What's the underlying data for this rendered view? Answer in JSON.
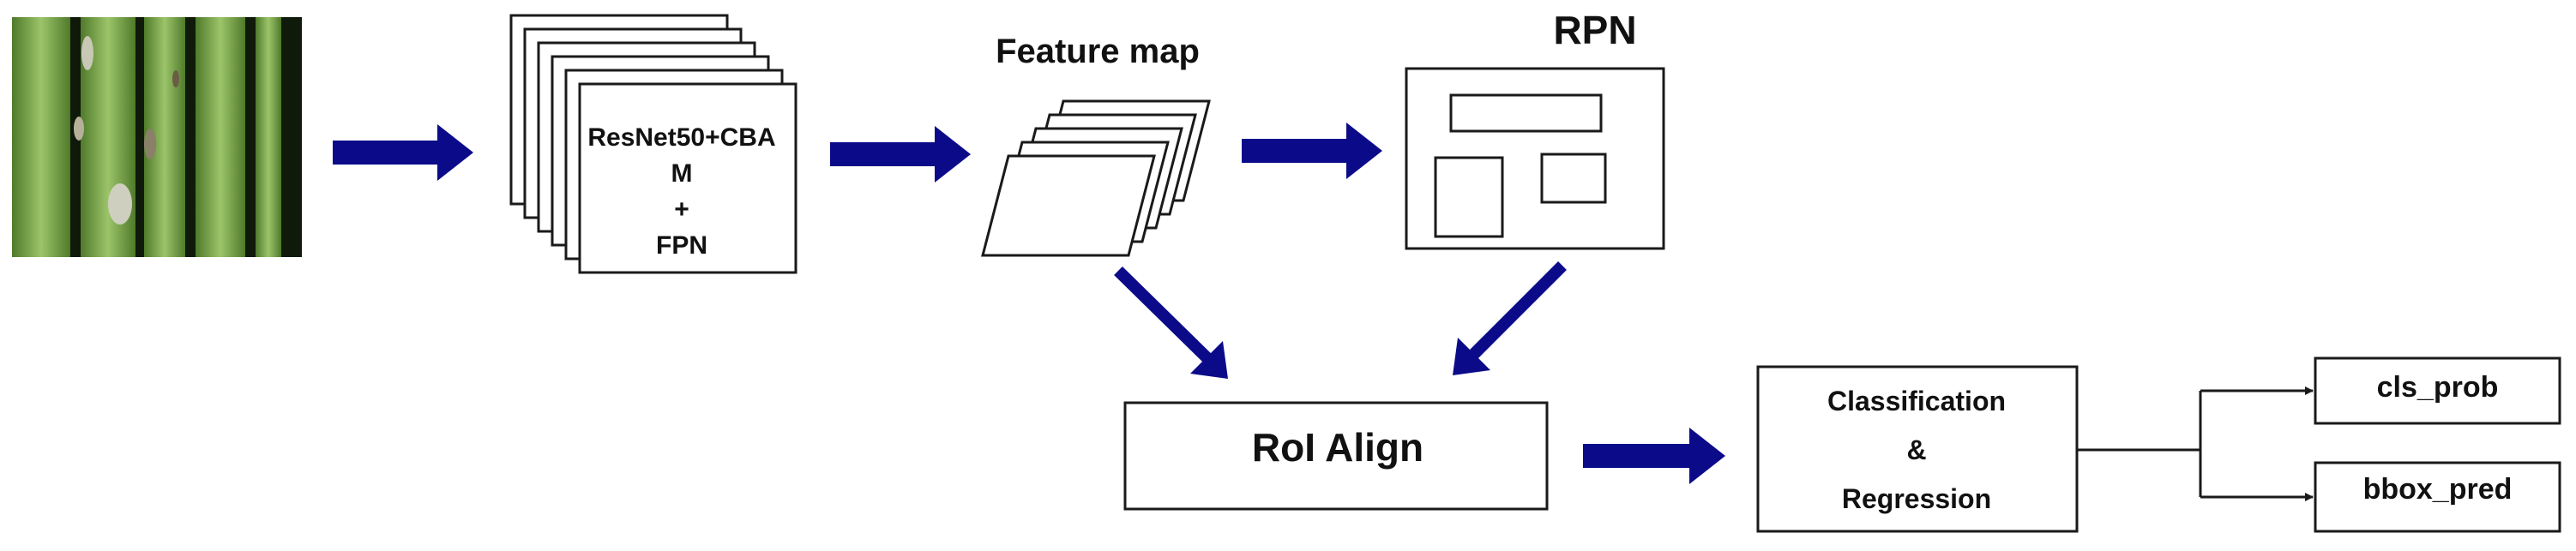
{
  "backbone": {
    "label": "ResNet50+CBA\nM\n+\nFPN"
  },
  "feature_map": {
    "label": "Feature map"
  },
  "rpn": {
    "label": "RPN"
  },
  "roi_align": {
    "label": "RoI Align"
  },
  "head": {
    "label": "Classification\n&\nRegression"
  },
  "outputs": [
    {
      "label": "cls_prob"
    },
    {
      "label": "bbox_pred"
    }
  ],
  "colors": {
    "arrow": "#0b0b8a",
    "line": "#1a1a1a",
    "leaf": "#6f9a40",
    "leaf_dark": "#1f2f12"
  }
}
